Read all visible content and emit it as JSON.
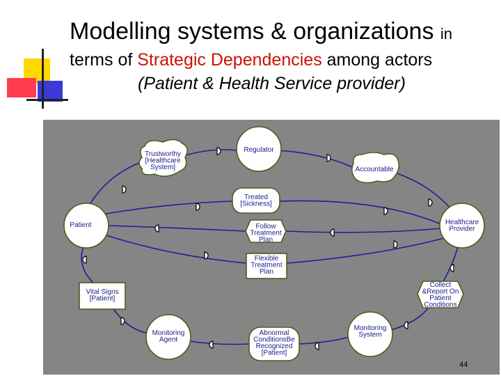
{
  "slide": {
    "title_line1_main": "Modelling  systems & organizations",
    "title_line1_end": "in",
    "title_line2_pre": "terms of ",
    "title_line2_red": "Strategic Dependencies",
    "title_line2_post": " among actors",
    "title_line3": "(Patient & Health Service provider)",
    "page_number": "44"
  },
  "diagram": {
    "actors": [
      {
        "id": "regulator",
        "label": "Regulator"
      },
      {
        "id": "patient",
        "label": "Patient"
      },
      {
        "id": "healthcare-provider",
        "label": "Healthcare\nProvider"
      },
      {
        "id": "monitoring-agent",
        "label": "Monitoring\nAgent"
      },
      {
        "id": "monitoring-system",
        "label": "Monitoring\nSystem"
      }
    ],
    "softgoals": [
      {
        "id": "trustworthy",
        "label": "Trustworthy\n[Healthcare\nSystem]"
      },
      {
        "id": "accountable",
        "label": "Accountable"
      }
    ],
    "goals": [
      {
        "id": "treated",
        "label": "Treated\n[Sickness]"
      },
      {
        "id": "abnormal",
        "label": "Abnormal\nConditionsBe\nRecognized\n[Patient]"
      }
    ],
    "tasks": [
      {
        "id": "follow-plan",
        "label": "Follow\nTreatment\nPlan"
      },
      {
        "id": "collect-report",
        "label": "Collect\n&Report On\nPatient\nConditions"
      }
    ],
    "resources": [
      {
        "id": "vital-signs",
        "label": "Vital Signs\n[Patient]"
      },
      {
        "id": "flexible-plan",
        "label": "Flexible\nTreatment\nPlan"
      }
    ]
  }
}
